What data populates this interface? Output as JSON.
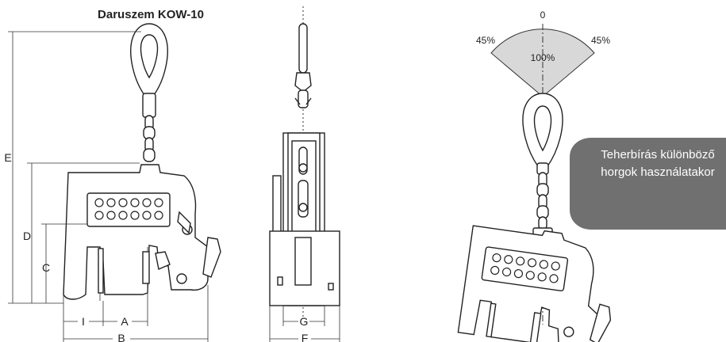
{
  "title": "Daruszem KOW-10",
  "dimensions": {
    "E": "E",
    "D": "D",
    "C": "C",
    "I": "I",
    "A": "A",
    "B": "B",
    "G": "G",
    "F": "F"
  },
  "load_sector": {
    "top": "0",
    "left": "45%",
    "right": "45%",
    "center": "100%",
    "fill": "#d8d8d8"
  },
  "callout": {
    "line1": "Teherbírás különböző",
    "line2": "horgok használatakor",
    "color": "#707070"
  }
}
